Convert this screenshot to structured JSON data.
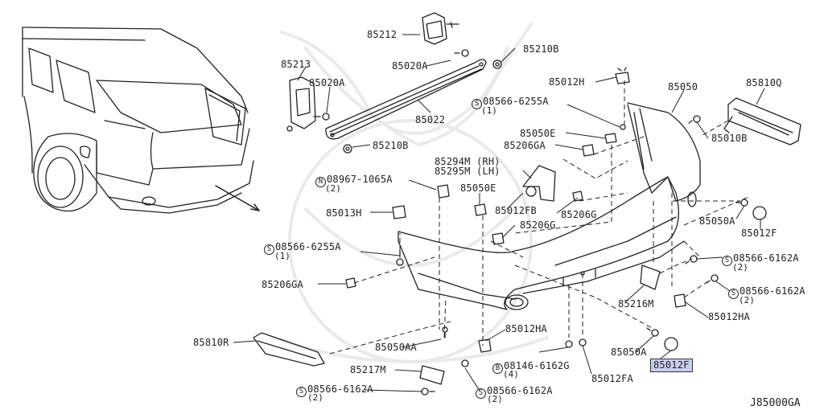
{
  "labels": {
    "p85212": "85212",
    "p85210B_top": "85210B",
    "p85020A_top": "85020A",
    "p85213": "85213",
    "p85020A_left": "85020A",
    "p85022": "85022",
    "p85210B_mid": "85210B",
    "p85012H": "85012H",
    "p85050": "85050",
    "p85810Q": "85810Q",
    "s08566_6255A_a": "08566-6255A",
    "s08566_6255A_a_qty": "(1)",
    "p85050E_a": "85050E",
    "p85206GA_a": "85206GA",
    "p85010B": "85010B",
    "p85294M": "85294M (RH)",
    "p85295M": "85295M (LH)",
    "n08967_1065A": "08967-1065A",
    "n08967_1065A_qty": "(2)",
    "p85050E_b": "85050E",
    "p85012FB": "85012FB",
    "p85206G_a": "85206G",
    "p85013H": "85013H",
    "p85206G_b": "85206G",
    "p85050A_a": "85050A",
    "p85012F_a": "85012F",
    "s08566_6255A_b": "08566-6255A",
    "s08566_6255A_b_qty": "(1)",
    "s08566_6162A_a": "08566-6162A",
    "s08566_6162A_a_qty": "(2)",
    "p85206GA_b": "85206GA",
    "s08566_6162A_b": "08566-6162A",
    "s08566_6162A_b_qty": "(2)",
    "p85216M": "85216M",
    "p85012HA_a": "85012HA",
    "p85012HA_b": "85012HA",
    "p85810R": "85810R",
    "p85050AA": "85050AA",
    "p85050A_b": "85050A",
    "p85012F_b": "85012F",
    "b08146_6162G": "08146-6162G",
    "b08146_6162G_qty": "(4)",
    "p85217M": "85217M",
    "p85012FA": "85012FA",
    "s08566_6162A_c": "08566-6162A",
    "s08566_6162A_c_qty": "(2)",
    "s08566_6162A_d": "08566-6162A",
    "s08566_6162A_d_qty": "(2)"
  },
  "symbols": {
    "s": "S",
    "n": "N",
    "b": "B"
  },
  "diagram_code": "J85000GA",
  "highlight_color": "#c9cef0",
  "line_color": "#222222"
}
